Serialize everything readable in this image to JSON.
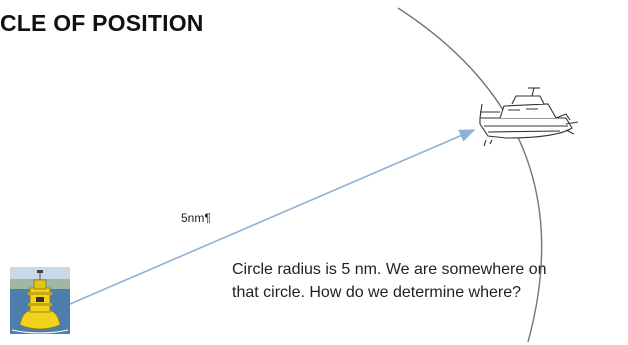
{
  "slide": {
    "title": "CLE OF POSITION",
    "distance_label": "5nm¶",
    "caption_line_1": "Circle radius is 5 nm. We are somewhere on",
    "caption_line_2": "that circle. How do we determine where?"
  },
  "colors": {
    "circle_arc": "#777777",
    "radius_line": "#8fb0d8",
    "buoy_yellow": "#f2d21a",
    "water": "#4d7fae"
  },
  "icons": {
    "boat": "boat-icon",
    "buoy": "buoy-photo"
  }
}
